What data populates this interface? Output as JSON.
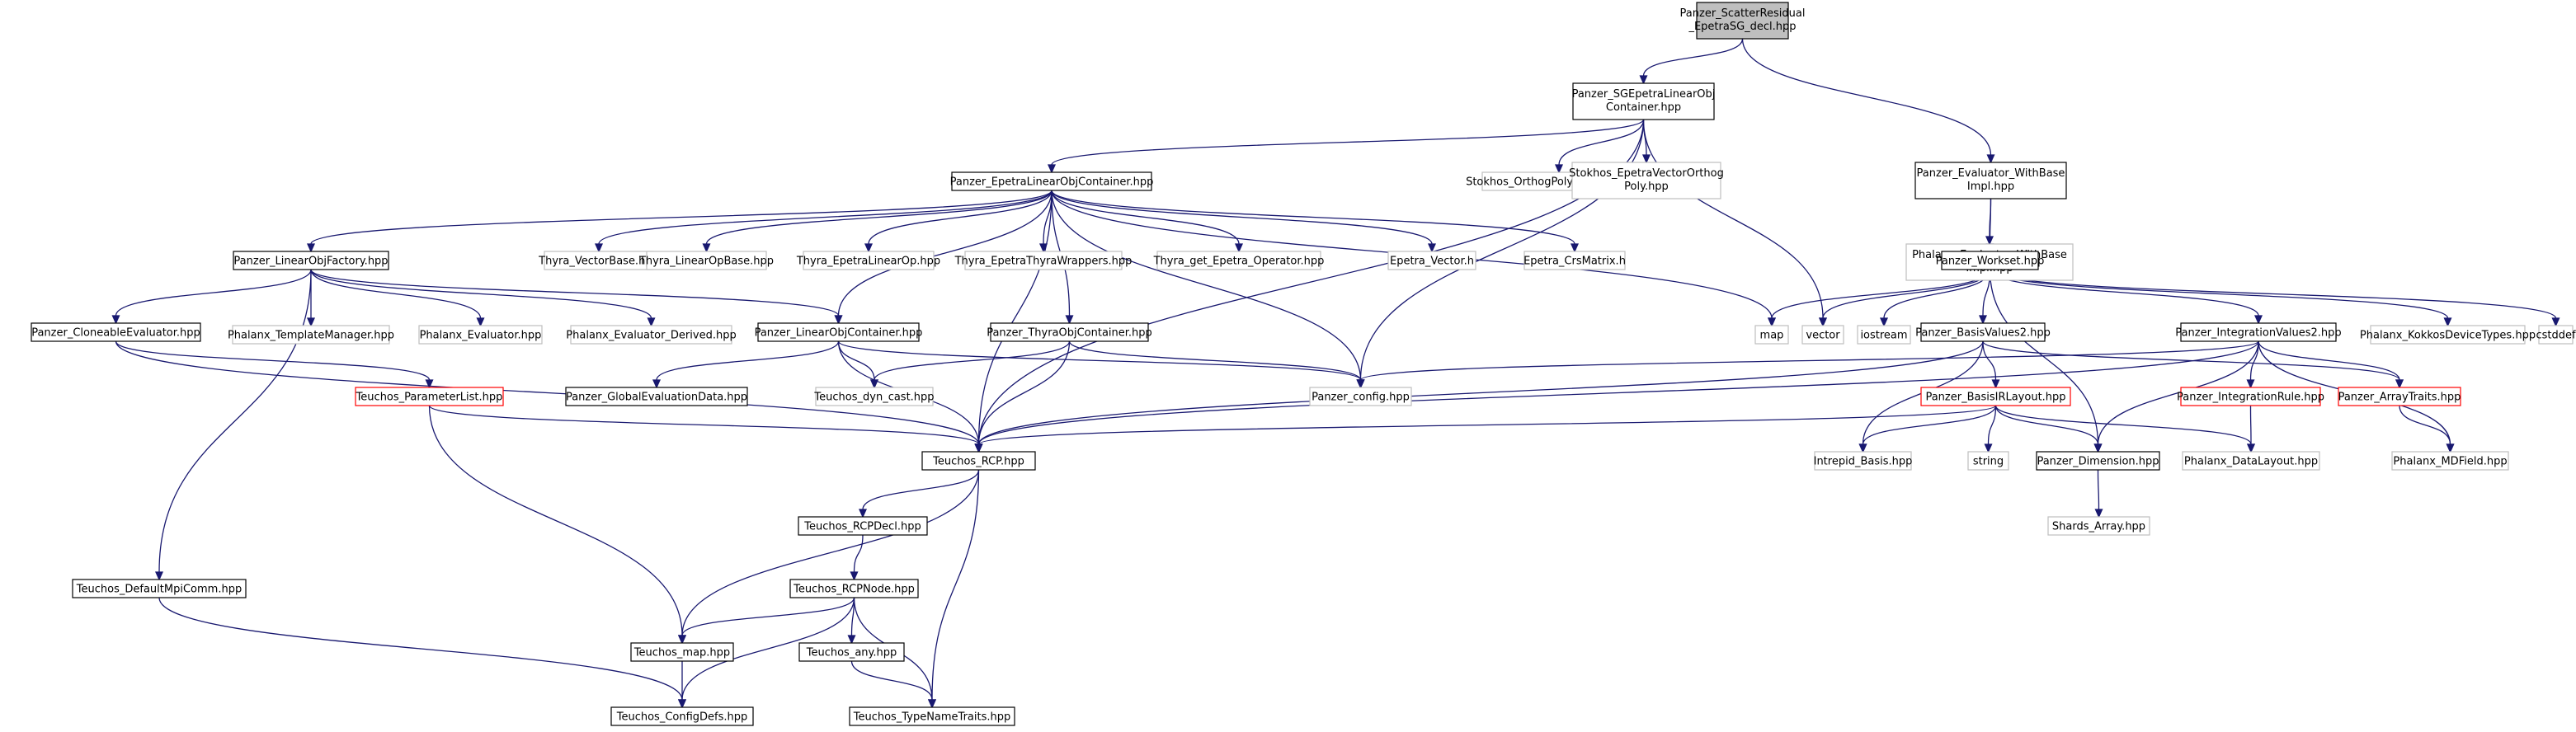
{
  "graph": {
    "colors": {
      "edge": "#191970",
      "root_fill": "#bfbfbf",
      "documented_border": "#000000",
      "undocumented_border": "#bfbfbf",
      "has_more_border": "#ff0000",
      "node_fill": "#ffffff"
    },
    "nodes": [
      {
        "id": "root",
        "lines": [
          "Panzer_ScatterResidual",
          "_EpetraSG_decl.hpp"
        ],
        "kind": "root"
      },
      {
        "id": "sgcont",
        "lines": [
          "Panzer_SGEpetraLinearObj",
          "Container.hpp"
        ],
        "kind": "documented"
      },
      {
        "id": "evalbase",
        "lines": [
          "Panzer_Evaluator_WithBase",
          "Impl.hpp"
        ],
        "kind": "documented"
      },
      {
        "id": "epcont",
        "lines": [
          "Panzer_EpetraLinearObjContainer.hpp"
        ],
        "kind": "documented"
      },
      {
        "id": "stokpoly",
        "lines": [
          "Stokhos_OrthogPolyExpansion.hpp"
        ],
        "kind": "undocumented"
      },
      {
        "id": "stokvec",
        "lines": [
          "Stokhos_EpetraVectorOrthog",
          "Poly.hpp"
        ],
        "kind": "undocumented"
      },
      {
        "id": "phxevalbase",
        "lines": [
          "Phalanx_Evaluator_WithBase",
          "Impl.hpp"
        ],
        "kind": "undocumented"
      },
      {
        "id": "workset",
        "lines": [
          "Panzer_Workset.hpp"
        ],
        "kind": "documented"
      },
      {
        "id": "lofactory",
        "lines": [
          "Panzer_LinearObjFactory.hpp"
        ],
        "kind": "documented"
      },
      {
        "id": "thvecbase",
        "lines": [
          "Thyra_VectorBase.hpp"
        ],
        "kind": "undocumented"
      },
      {
        "id": "thlinop",
        "lines": [
          "Thyra_LinearOpBase.hpp"
        ],
        "kind": "undocumented"
      },
      {
        "id": "thepetralinop",
        "lines": [
          "Thyra_EpetraLinearOp.hpp"
        ],
        "kind": "undocumented"
      },
      {
        "id": "thwrap",
        "lines": [
          "Thyra_EpetraThyraWrappers.hpp"
        ],
        "kind": "undocumented"
      },
      {
        "id": "thgetop",
        "lines": [
          "Thyra_get_Epetra_Operator.hpp"
        ],
        "kind": "undocumented"
      },
      {
        "id": "epvec",
        "lines": [
          "Epetra_Vector.h"
        ],
        "kind": "undocumented"
      },
      {
        "id": "epcrs",
        "lines": [
          "Epetra_CrsMatrix.h"
        ],
        "kind": "undocumented"
      },
      {
        "id": "map",
        "lines": [
          "map"
        ],
        "kind": "undocumented"
      },
      {
        "id": "vector",
        "lines": [
          "vector"
        ],
        "kind": "undocumented"
      },
      {
        "id": "iostream",
        "lines": [
          "iostream"
        ],
        "kind": "undocumented"
      },
      {
        "id": "basisval",
        "lines": [
          "Panzer_BasisValues2.hpp"
        ],
        "kind": "documented"
      },
      {
        "id": "intval",
        "lines": [
          "Panzer_IntegrationValues2.hpp"
        ],
        "kind": "documented"
      },
      {
        "id": "kokkos",
        "lines": [
          "Phalanx_KokkosDeviceTypes.hpp"
        ],
        "kind": "undocumented"
      },
      {
        "id": "cstddef",
        "lines": [
          "cstddef"
        ],
        "kind": "undocumented"
      },
      {
        "id": "cloneval",
        "lines": [
          "Panzer_CloneableEvaluator.hpp"
        ],
        "kind": "documented"
      },
      {
        "id": "tmplmgr",
        "lines": [
          "Phalanx_TemplateManager.hpp"
        ],
        "kind": "undocumented"
      },
      {
        "id": "phxeval",
        "lines": [
          "Phalanx_Evaluator.hpp"
        ],
        "kind": "undocumented"
      },
      {
        "id": "phxderived",
        "lines": [
          "Phalanx_Evaluator_Derived.hpp"
        ],
        "kind": "undocumented"
      },
      {
        "id": "locont",
        "lines": [
          "Panzer_LinearObjContainer.hpp"
        ],
        "kind": "documented"
      },
      {
        "id": "thyracont",
        "lines": [
          "Panzer_ThyraObjContainer.hpp"
        ],
        "kind": "documented"
      },
      {
        "id": "paramlist",
        "lines": [
          "Teuchos_ParameterList.hpp"
        ],
        "kind": "more"
      },
      {
        "id": "globeval",
        "lines": [
          "Panzer_GlobalEvaluationData.hpp"
        ],
        "kind": "documented"
      },
      {
        "id": "dyncast",
        "lines": [
          "Teuchos_dyn_cast.hpp"
        ],
        "kind": "undocumented"
      },
      {
        "id": "config",
        "lines": [
          "Panzer_config.hpp"
        ],
        "kind": "undocumented"
      },
      {
        "id": "basisirl",
        "lines": [
          "Panzer_BasisIRLayout.hpp"
        ],
        "kind": "more"
      },
      {
        "id": "introle",
        "lines": [
          "Panzer_IntegrationRule.hpp"
        ],
        "kind": "more"
      },
      {
        "id": "arrtraits",
        "lines": [
          "Panzer_ArrayTraits.hpp"
        ],
        "kind": "more"
      },
      {
        "id": "rcp",
        "lines": [
          "Teuchos_RCP.hpp"
        ],
        "kind": "documented"
      },
      {
        "id": "intrepid",
        "lines": [
          "Intrepid_Basis.hpp"
        ],
        "kind": "undocumented"
      },
      {
        "id": "string",
        "lines": [
          "string"
        ],
        "kind": "undocumented"
      },
      {
        "id": "dimension",
        "lines": [
          "Panzer_Dimension.hpp"
        ],
        "kind": "documented"
      },
      {
        "id": "datalayout",
        "lines": [
          "Phalanx_DataLayout.hpp"
        ],
        "kind": "undocumented"
      },
      {
        "id": "mdfield",
        "lines": [
          "Phalanx_MDField.hpp"
        ],
        "kind": "undocumented"
      },
      {
        "id": "rcpdecl",
        "lines": [
          "Teuchos_RCPDecl.hpp"
        ],
        "kind": "documented"
      },
      {
        "id": "shards",
        "lines": [
          "Shards_Array.hpp"
        ],
        "kind": "undocumented"
      },
      {
        "id": "rcpnode",
        "lines": [
          "Teuchos_RCPNode.hpp"
        ],
        "kind": "documented"
      },
      {
        "id": "mpicomm",
        "lines": [
          "Teuchos_DefaultMpiComm.hpp"
        ],
        "kind": "documented"
      },
      {
        "id": "tmap",
        "lines": [
          "Teuchos_map.hpp"
        ],
        "kind": "documented"
      },
      {
        "id": "tany",
        "lines": [
          "Teuchos_any.hpp"
        ],
        "kind": "documented"
      },
      {
        "id": "configdefs",
        "lines": [
          "Teuchos_ConfigDefs.hpp"
        ],
        "kind": "documented"
      },
      {
        "id": "typename",
        "lines": [
          "Teuchos_TypeNameTraits.hpp"
        ],
        "kind": "documented"
      }
    ],
    "edges": [
      [
        "root",
        "sgcont"
      ],
      [
        "root",
        "evalbase"
      ],
      [
        "sgcont",
        "epcont"
      ],
      [
        "sgcont",
        "stokpoly"
      ],
      [
        "sgcont",
        "stokvec"
      ],
      [
        "sgcont",
        "vector"
      ],
      [
        "sgcont",
        "config"
      ],
      [
        "sgcont",
        "rcp"
      ],
      [
        "evalbase",
        "phxevalbase"
      ],
      [
        "evalbase",
        "workset"
      ],
      [
        "epcont",
        "lofactory"
      ],
      [
        "epcont",
        "thvecbase"
      ],
      [
        "epcont",
        "thlinop"
      ],
      [
        "epcont",
        "thepetralinop"
      ],
      [
        "epcont",
        "thwrap"
      ],
      [
        "epcont",
        "thgetop"
      ],
      [
        "epcont",
        "epvec"
      ],
      [
        "epcont",
        "epcrs"
      ],
      [
        "epcont",
        "map"
      ],
      [
        "epcont",
        "locont"
      ],
      [
        "epcont",
        "thyracont"
      ],
      [
        "epcont",
        "config"
      ],
      [
        "epcont",
        "rcp"
      ],
      [
        "workset",
        "map"
      ],
      [
        "workset",
        "vector"
      ],
      [
        "workset",
        "iostream"
      ],
      [
        "workset",
        "basisval"
      ],
      [
        "workset",
        "intval"
      ],
      [
        "workset",
        "kokkos"
      ],
      [
        "workset",
        "cstddef"
      ],
      [
        "workset",
        "dimension"
      ],
      [
        "lofactory",
        "cloneval"
      ],
      [
        "lofactory",
        "tmplmgr"
      ],
      [
        "lofactory",
        "phxeval"
      ],
      [
        "lofactory",
        "phxderived"
      ],
      [
        "lofactory",
        "locont"
      ],
      [
        "lofactory",
        "mpicomm"
      ],
      [
        "cloneval",
        "paramlist"
      ],
      [
        "cloneval",
        "rcp"
      ],
      [
        "locont",
        "globeval"
      ],
      [
        "locont",
        "dyncast"
      ],
      [
        "locont",
        "config"
      ],
      [
        "locont",
        "rcp"
      ],
      [
        "thyracont",
        "dyncast"
      ],
      [
        "thyracont",
        "config"
      ],
      [
        "thyracont",
        "rcp"
      ],
      [
        "basisval",
        "basisirl"
      ],
      [
        "basisval",
        "rcp"
      ],
      [
        "basisval",
        "intrepid"
      ],
      [
        "basisval",
        "arrtraits"
      ],
      [
        "intval",
        "config"
      ],
      [
        "intval",
        "rcp"
      ],
      [
        "intval",
        "introle"
      ],
      [
        "intval",
        "arrtraits"
      ],
      [
        "intval",
        "dimension"
      ],
      [
        "intval",
        "mdfield"
      ],
      [
        "basisirl",
        "rcp"
      ],
      [
        "basisirl",
        "intrepid"
      ],
      [
        "basisirl",
        "string"
      ],
      [
        "basisirl",
        "dimension"
      ],
      [
        "basisirl",
        "datalayout"
      ],
      [
        "introle",
        "datalayout"
      ],
      [
        "arrtraits",
        "mdfield"
      ],
      [
        "dimension",
        "shards"
      ],
      [
        "paramlist",
        "rcp"
      ],
      [
        "paramlist",
        "tmap"
      ],
      [
        "rcp",
        "rcpdecl"
      ],
      [
        "rcp",
        "tmap"
      ],
      [
        "rcp",
        "typename"
      ],
      [
        "rcpdecl",
        "rcpnode"
      ],
      [
        "rcpnode",
        "tmap"
      ],
      [
        "rcpnode",
        "tany"
      ],
      [
        "rcpnode",
        "configdefs"
      ],
      [
        "rcpnode",
        "typename"
      ],
      [
        "mpicomm",
        "configdefs"
      ],
      [
        "tmap",
        "configdefs"
      ],
      [
        "tany",
        "typename"
      ]
    ]
  }
}
